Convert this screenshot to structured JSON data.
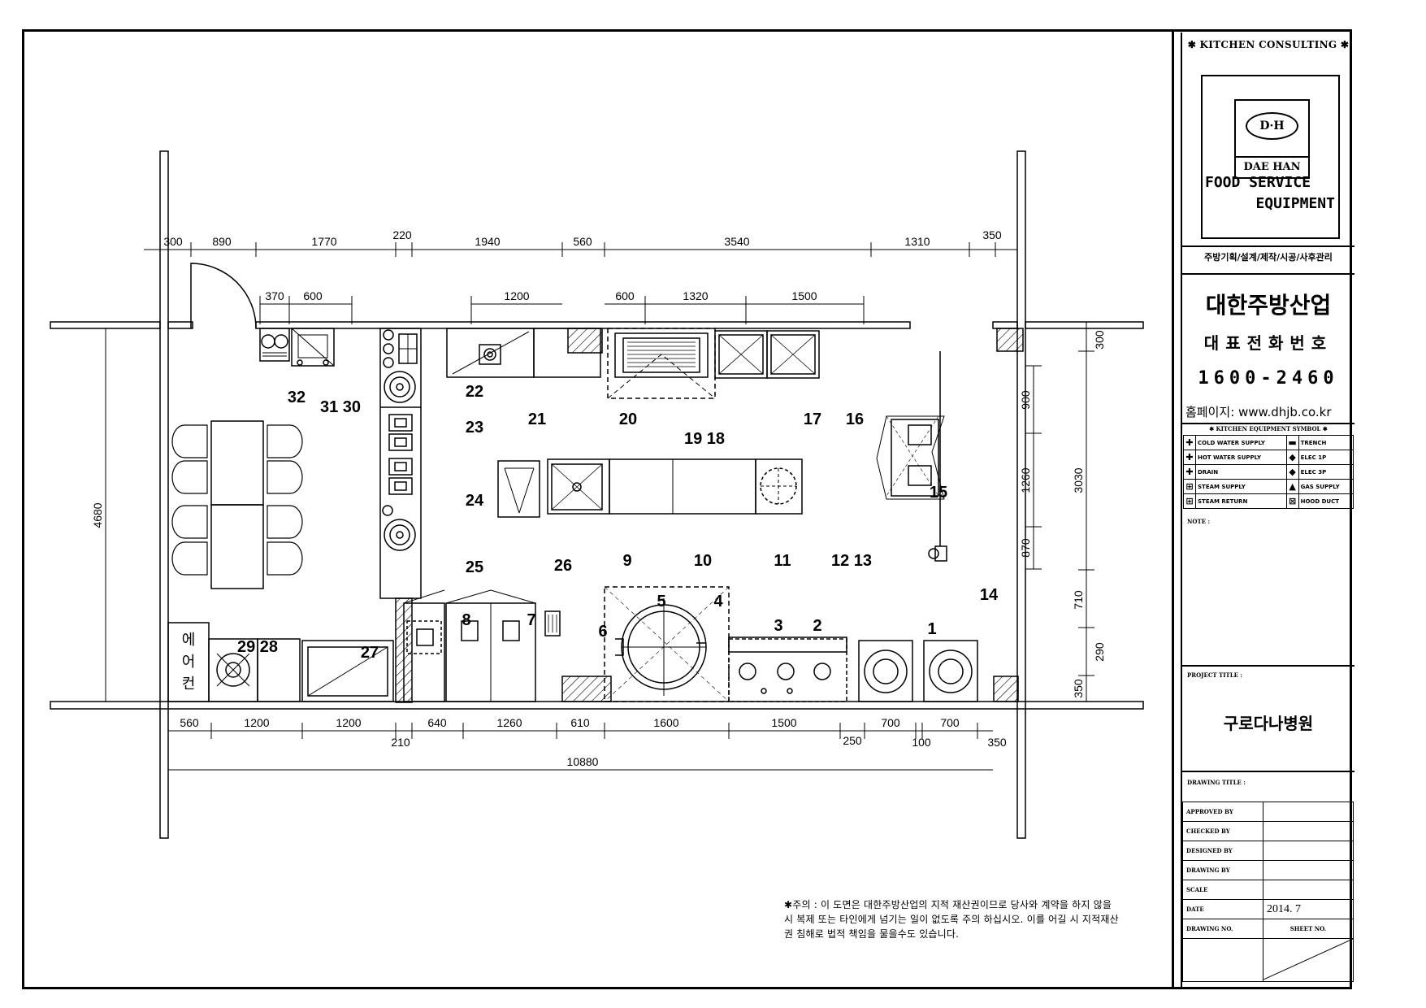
{
  "title_block": {
    "header": "✱ KITCHEN CONSULTING ✱",
    "logo_initials": "D·H",
    "logo_name": "DAE HAN",
    "logo_line1": "FOOD SERVICE",
    "logo_line2": "EQUIPMENT",
    "services": "주방기획/설계/제작/시공/사후관리",
    "company": "대한주방산업",
    "phone_label": "대표전화번호",
    "phone": "1600-2460",
    "homepage": "홈페이지: www.dhjb.co.kr",
    "symbol_title": "✱ KITCHEN EQUIPMENT SYMBOL ✱",
    "symbols": [
      {
        "icon": "✚",
        "label": "COLD WATER SUPPLY",
        "icon2": "▬",
        "label2": "TRENCH"
      },
      {
        "icon": "✚",
        "label": "HOT WATER SUPPLY",
        "icon2": "◆",
        "label2": "ELEC 1P"
      },
      {
        "icon": "✚",
        "label": "DRAIN",
        "icon2": "◆",
        "label2": "ELEC 3P"
      },
      {
        "icon": "⊞",
        "label": "STEAM SUPPLY",
        "icon2": "▲",
        "label2": "GAS SUPPLY"
      },
      {
        "icon": "⊞",
        "label": "STEAM RETURN",
        "icon2": "⊠",
        "label2": "HOOD DUCT"
      }
    ],
    "note_label": "NOTE :",
    "project_title_label": "PROJECT TITLE :",
    "project_title": "구로다나병원",
    "drawing_title_label": "DRAWING TITLE :",
    "approved_by": "APPROVED BY",
    "checked_by": "CHECKED BY",
    "designed_by": "DESIGNED BY",
    "drawing_by": "DRAWING BY",
    "scale": "SCALE",
    "date_label": "DATE",
    "date_value": "2014. 7",
    "drawing_no": "DRAWING NO.",
    "sheet_no": "SHEET NO."
  },
  "notice": "✱주의 : 이 도면은 대한주방산업의 지적 재산권이므로 당사와 계약을 하지 않을 시 복제 또는 타인에게 넘기는 일이 없도록 주의 하십시오. 이를 어길 시 지적재산권 침해로 법적 책임을 물을수도 있습니다.",
  "dims_top": [
    "300",
    "890",
    "1770",
    "220",
    "1940",
    "560",
    "3540",
    "1310",
    "350"
  ],
  "dims_top_inner": [
    "370",
    "600",
    "1200",
    "600",
    "1320",
    "1500"
  ],
  "dims_bottom": [
    "560",
    "1200",
    "1200",
    "640",
    "1260",
    "610",
    "1600",
    "1500",
    "700",
    "700",
    "350"
  ],
  "dims_bottom_extra": [
    "210",
    "250",
    "100"
  ],
  "dim_total": "10880",
  "dims_left": [
    "4680"
  ],
  "dims_right": [
    "300",
    "900",
    "1260",
    "870",
    "3030",
    "710",
    "290",
    "350"
  ],
  "aircon_label": [
    "에",
    "어",
    "컨"
  ],
  "equipment_labels": {
    "n1": "1",
    "n2": "2",
    "n3": "3",
    "n4": "4",
    "n5": "5",
    "n6": "6",
    "n7": "7",
    "n8": "8",
    "n9": "9",
    "n10": "10",
    "n11": "11",
    "n1213": "12 13",
    "n14": "14",
    "n15": "15",
    "n16": "16",
    "n17": "17",
    "n1918": "19 18",
    "n20": "20",
    "n21": "21",
    "n22": "22",
    "n23": "23",
    "n24": "24",
    "n25": "25",
    "n26": "26",
    "n27": "27",
    "n2928": "29 28",
    "n3130": "31 30",
    "n32": "32"
  }
}
